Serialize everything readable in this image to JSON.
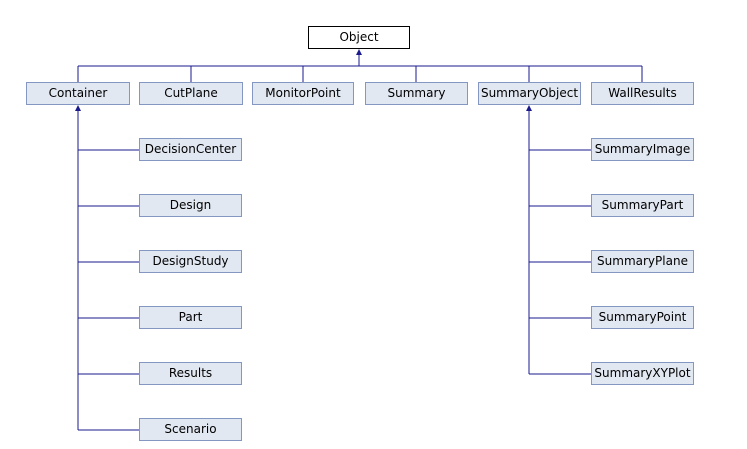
{
  "colors": {
    "edge": "#1a1a8c",
    "node_fill": "#e2e8f2",
    "node_border": "#8497c3",
    "root_fill": "#ffffff",
    "root_border": "#000000"
  },
  "diagram": {
    "root": "Object",
    "level1": [
      "Container",
      "CutPlane",
      "MonitorPoint",
      "Summary",
      "SummaryObject",
      "WallResults"
    ],
    "container_children": [
      "DecisionCenter",
      "Design",
      "DesignStudy",
      "Part",
      "Results",
      "Scenario"
    ],
    "summaryobject_children": [
      "SummaryImage",
      "SummaryPart",
      "SummaryPlane",
      "SummaryPoint",
      "SummaryXYPlot"
    ]
  }
}
